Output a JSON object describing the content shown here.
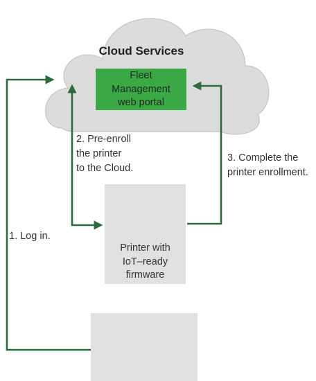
{
  "cloud": {
    "title": "Cloud Services",
    "portal_label": "Fleet Management web portal"
  },
  "printer": {
    "label": "Printer with IoT–ready firmware",
    "icon": "printer-icon"
  },
  "user": {
    "icons": [
      "person-icon",
      "monitor-icon"
    ]
  },
  "steps": {
    "step1": "1. Log in.",
    "step2": "2. Pre-enroll the printer to the Cloud.",
    "step3": "3. Complete the printer enrollment."
  },
  "colors": {
    "green": "#3aa845",
    "arrow": "#2e6b3a",
    "cloud_fill": "#dcdcdc",
    "cloud_stroke": "#c4c4c4",
    "panel": "#e1e1e1"
  }
}
